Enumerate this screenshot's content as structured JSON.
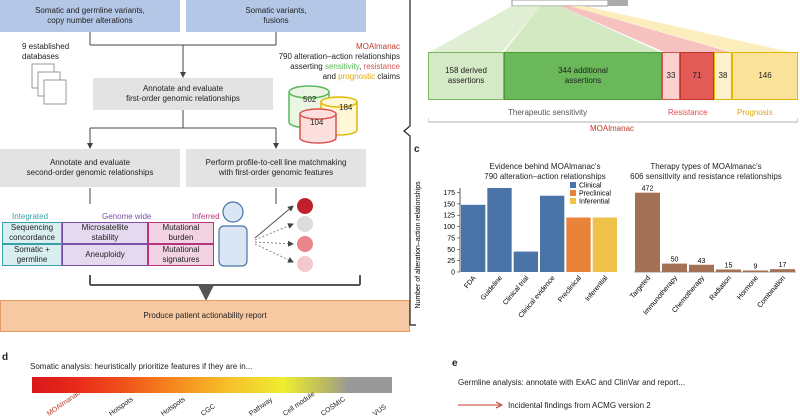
{
  "panel_b_left": {
    "box_somatic_germline": "Somatic and germline variants,\ncopy number alterations",
    "box_somatic_fusions": "Somatic variants,\nfusions",
    "databases_label": "9 established\ndatabases",
    "moalmanac_title": "MOAlmanac",
    "moalmanac_line1": "790 alteration–action relationships",
    "moalmanac_line2": "asserting",
    "word_sensitivity": "sensitivity",
    "word_resistance": "resistance",
    "word_and": "and",
    "word_prognostic": "prognostic",
    "word_claims": "claims",
    "venn_a": "502",
    "venn_b": "184",
    "venn_c": "104",
    "box_annotate_first": "Annotate and evaluate\nfirst-order genomic relationships",
    "box_annotate_second": "Annotate and evaluate\nsecond-order genomic relationships",
    "box_profile_match": "Perform profile-to-cell line matchmaking\nwith first-order genomic features",
    "col_integrated": "Integrated",
    "col_genome_wide": "Genome wide",
    "col_inferred": "Inferred",
    "cell_seq_concordance": "Sequencing\nconcordance",
    "cell_somatic_germline": "Somatic +\ngermline",
    "cell_microsatellite": "Microsatellite\nstability",
    "cell_aneuploidy": "Aneuploidy",
    "cell_mut_burden": "Mutational\nburden",
    "cell_mut_signatures": "Mutational\nsignatures",
    "box_report": "Produce patient actionability report"
  },
  "panel_b_top": {
    "seg_derived": "158 derived\nassertions",
    "seg_additional": "344 additional\nassertions",
    "seg_33": "33",
    "seg_71": "71",
    "seg_38": "38",
    "seg_146": "146",
    "label_therapeutic": "Therapeutic sensitivity",
    "label_resistance": "Resistance",
    "label_prognosis": "Prognosis",
    "label_moalmanac": "MOAlmanac"
  },
  "panel_c": {
    "letter": "c",
    "ylabel": "Number of alteration–action relationships",
    "colors": {
      "clinical": "#4a73a8",
      "preclinical": "#e9833a",
      "inferential": "#f0c24a",
      "therapy": "#a37156"
    }
  },
  "chart_data": [
    {
      "type": "bar",
      "title": "Evidence behind MOAlmanac's\n790 alteration–action relationships",
      "ylabel": "Number of alteration–action relationships",
      "categories": [
        "FDA",
        "Guideline",
        "Clinical trial",
        "Clinical evidence",
        "Preclinical",
        "Inferential"
      ],
      "series": [
        {
          "name": "Clinical",
          "values": [
            148,
            185,
            45,
            168,
            null,
            null
          ]
        },
        {
          "name": "Preclinical",
          "values": [
            null,
            null,
            null,
            null,
            120,
            null
          ]
        },
        {
          "name": "Inferential",
          "values": [
            null,
            null,
            null,
            null,
            null,
            120
          ]
        }
      ],
      "yticks": [
        0,
        25,
        50,
        75,
        100,
        125,
        150,
        175
      ],
      "ylim": [
        0,
        185
      ],
      "legend": "top-right"
    },
    {
      "type": "bar",
      "title": "Therapy types of MOAlmanac's\n606 sensitivity and resistance relationships",
      "categories": [
        "Targeted",
        "Immunotherapy",
        "Chemotherapy",
        "Radiation",
        "Hormone",
        "Combination"
      ],
      "values": [
        472,
        50,
        43,
        15,
        9,
        17
      ],
      "ylim": [
        0,
        500
      ]
    }
  ],
  "panel_d": {
    "letter": "d",
    "caption": "Somatic analysis: heuristically prioritize features if they are in...",
    "labels": [
      "MOAlmanac",
      "Hotspots",
      "Hotspots",
      "CGC",
      "Pathway",
      "Cell module",
      "COSMIC",
      "VUS"
    ]
  },
  "panel_e": {
    "letter": "e",
    "caption": "Germline analysis: annotate with ExAC and ClinVar and report...",
    "arrow_text": "Incidental findings from ACMG version 2"
  }
}
